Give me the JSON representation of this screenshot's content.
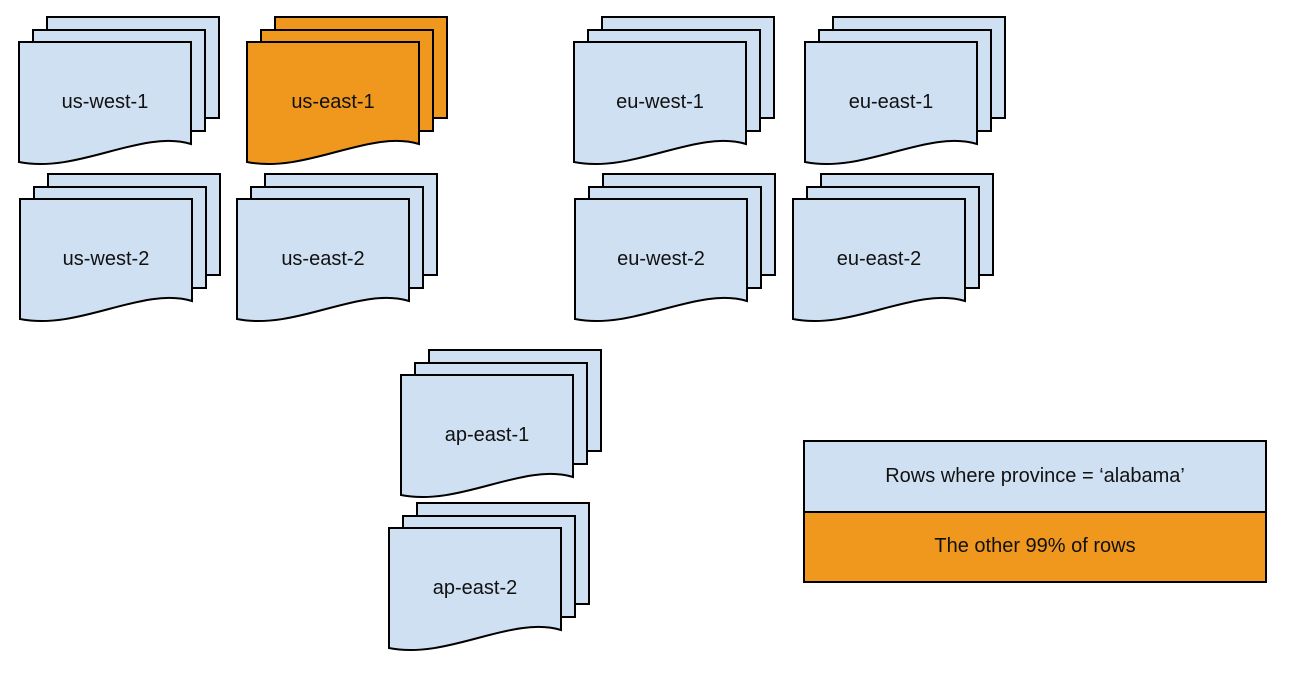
{
  "colors": {
    "document_fill_blue": "#cfe0f3",
    "document_fill_orange": "#f0971e",
    "outline": "#000000",
    "background": "#ffffff"
  },
  "regions": [
    {
      "label": "us-west-1",
      "highlighted": false
    },
    {
      "label": "us-east-1",
      "highlighted": true
    },
    {
      "label": "eu-west-1",
      "highlighted": false
    },
    {
      "label": "eu-east-1",
      "highlighted": false
    },
    {
      "label": "us-west-2",
      "highlighted": false
    },
    {
      "label": "us-east-2",
      "highlighted": false
    },
    {
      "label": "eu-west-2",
      "highlighted": false
    },
    {
      "label": "eu-east-2",
      "highlighted": false
    },
    {
      "label": "ap-east-1",
      "highlighted": false
    },
    {
      "label": "ap-east-2",
      "highlighted": false
    }
  ],
  "legend": {
    "items": [
      {
        "label": "Rows where province = ‘alabama’",
        "color": "#cfe0f3"
      },
      {
        "label": "The other 99% of rows",
        "color": "#f0971e"
      }
    ]
  }
}
